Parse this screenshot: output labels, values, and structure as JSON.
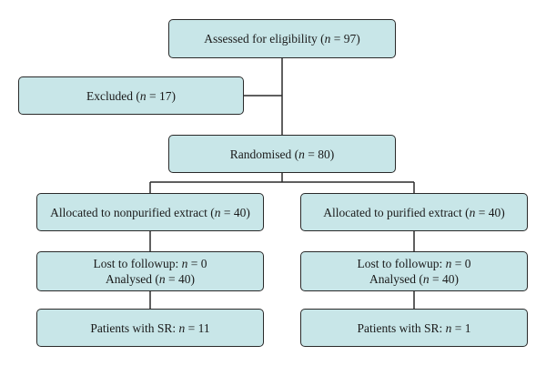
{
  "flow": {
    "eligibility": {
      "text": "Assessed for eligibility (",
      "n_var": "n",
      "rest": " = 97)"
    },
    "excluded": {
      "text": "Excluded (",
      "n_var": "n",
      "rest": " = 17)"
    },
    "randomised": {
      "text": "Randomised (",
      "n_var": "n",
      "rest": " = 80)"
    },
    "left": {
      "allocated": {
        "text": "Allocated to nonpurified extract (",
        "n_var": "n",
        "rest": " = 40)"
      },
      "lost": {
        "text": "Lost to followup: ",
        "n_var": "n",
        "rest": " = 0"
      },
      "analysed": {
        "text": "Analysed (",
        "n_var": "n",
        "rest": " = 40)"
      },
      "sr": {
        "text": "Patients with SR: ",
        "n_var": "n",
        "rest": " = 11"
      }
    },
    "right": {
      "allocated": {
        "text": "Allocated to purified extract (",
        "n_var": "n",
        "rest": " = 40)"
      },
      "lost": {
        "text": "Lost to followup: ",
        "n_var": "n",
        "rest": " = 0"
      },
      "analysed": {
        "text": "Analysed (",
        "n_var": "n",
        "rest": " = 40)"
      },
      "sr": {
        "text": "Patients with SR: ",
        "n_var": "n",
        "rest": " = 1"
      }
    }
  },
  "colors": {
    "box_fill": "#c8e6e8",
    "border": "#2a2a2a"
  }
}
